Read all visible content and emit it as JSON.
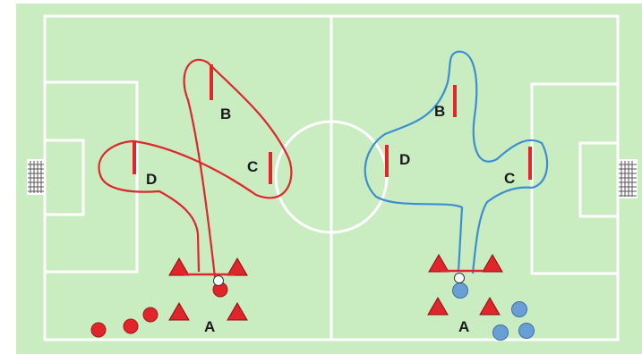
{
  "diagram": {
    "colors": {
      "pitch": "#c9ecc1",
      "lines": "#ffffff",
      "red_team": "#e0252b",
      "blue_team": "#3b8fd0",
      "blue_player": "#6a9fd6",
      "text": "#1a1a1a"
    },
    "left_group": {
      "labels": {
        "a": "A",
        "b": "B",
        "c": "C",
        "d": "D"
      }
    },
    "right_group": {
      "labels": {
        "a": "A",
        "b": "B",
        "c": "C",
        "d": "D"
      }
    },
    "icons": [
      "goal-net-icon",
      "cone-icon",
      "player-icon",
      "ball-icon",
      "mannequin-icon"
    ]
  }
}
